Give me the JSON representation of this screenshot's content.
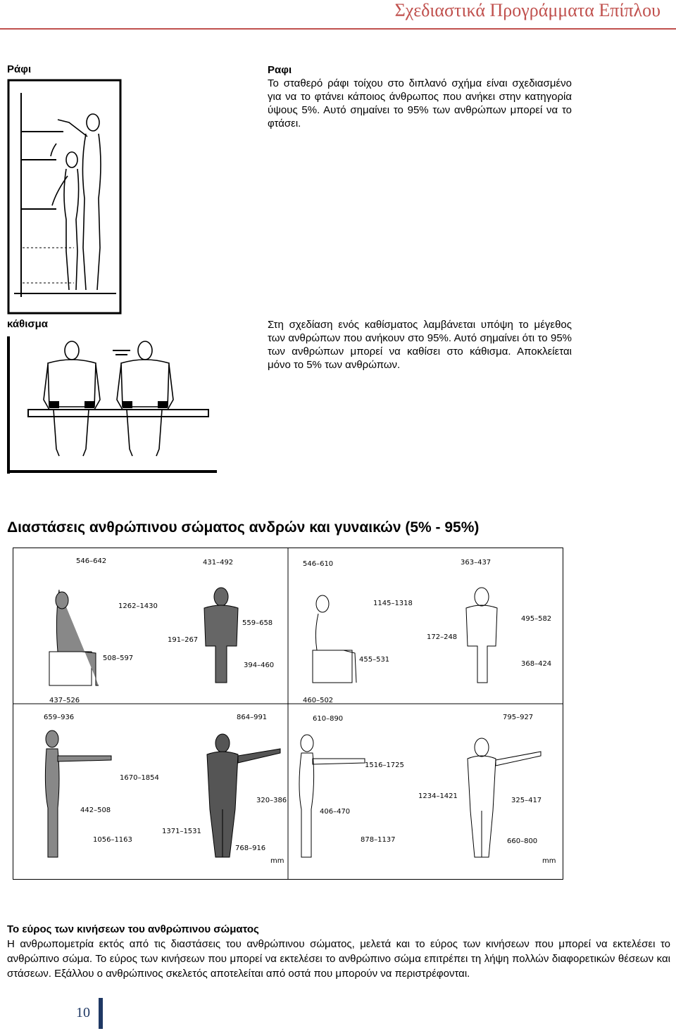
{
  "header": {
    "title": "Σχεδιαστικά Προγράμματα Επίπλου"
  },
  "shelf": {
    "label": "Ράφι",
    "title": "Ραφι",
    "text": "Το σταθερό ράφι τοίχου στο διπλανό σχήμα είναι σχεδιασμένο για να το φτάνει κάποιος άνθρωπος που ανήκει στην κατηγορία ύψους 5%. Αυτό σημαίνει το 95% των ανθρώπων μπορεί να το φτάσει."
  },
  "seat": {
    "label": "κάθισμα",
    "text": "Στη σχεδίαση ενός καθίσματος λαμβάνεται υπόψη το μέγεθος των ανθρώπων που ανήκουν στο 95%. Αυτό σημαίνει ότι το 95% των ανθρώπων μπορεί να καθίσει στο κάθισμα. Αποκλείεται μόνο το 5% των ανθρώπων."
  },
  "dimensions": {
    "heading": "Διαστάσεις ανθρώπινου σώματος ανδρών και γυναικών (5% - 95%)",
    "unit": "mm",
    "top_row": {
      "male_side": {
        "top": "546–642",
        "height": "1262–1430",
        "knee": "508–597",
        "bottom": "437–526"
      },
      "male_front": {
        "top": "431–492",
        "shoulder": "559–658",
        "hip": "191–267",
        "legs": "394–460"
      },
      "female_side": {
        "top": "546–610",
        "height": "1145–1318",
        "knee": "455–531",
        "bottom": "460–502"
      },
      "female_front": {
        "top": "363–437",
        "shoulder": "495–582",
        "hip": "172–248",
        "legs": "368–424"
      }
    },
    "bottom_row": {
      "male_side": {
        "top": "659–936",
        "height": "1670–1854",
        "elbow": "442–508",
        "hand": "1056–1163"
      },
      "male_front": {
        "top": "864–991",
        "shoulder": "320–386",
        "hip": "1371–1531",
        "stance": "768–916"
      },
      "female_side": {
        "top": "610–890",
        "height": "1516–1725",
        "elbow": "406–470",
        "hand": "878–1137"
      },
      "female_front": {
        "top": "795–927",
        "hip": "1234–1421",
        "shoulder": "325–417",
        "stance": "660–800"
      }
    }
  },
  "movement": {
    "title": "Το εύρος των κινήσεων του ανθρώπινου σώματος",
    "text": "Η ανθρωπομετρία εκτός από τις διαστάσεις του ανθρώπινου σώματος, μελετά και το εύρος των κινήσεων που μπορεί να εκτελέσει το ανθρώπινο σώμα. Το εύρος των κινήσεων που μπορεί να εκτελέσει το ανθρώπινο σώμα επιτρέπει τη λήψη πολλών διαφορετικών θέσεων και στάσεων. Εξάλλου ο ανθρώπινος σκελετός αποτελείται από οστά που μπορούν να περιστρέφονται."
  },
  "footer": {
    "page_number": "10"
  }
}
